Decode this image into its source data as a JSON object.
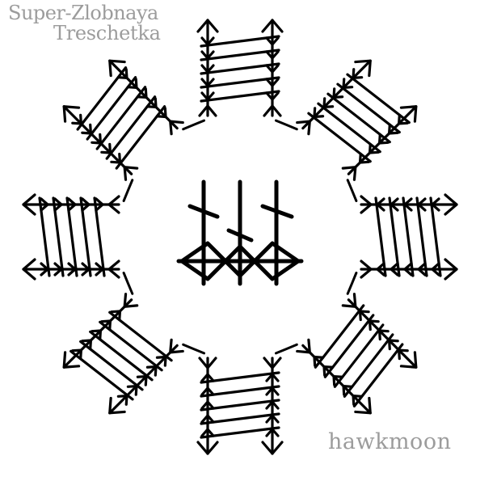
{
  "caption": {
    "line1": "Super-Zlobnaya",
    "line2": "Treschetka",
    "signature": "hawkmoon"
  },
  "colors": {
    "ink": "#000000",
    "caption_text": "#9c9c9c",
    "background": "#ffffff"
  },
  "symbol": {
    "arm_count": 8,
    "arm_element": "arrow-ladder",
    "center_element": "three-rune-bindrune"
  }
}
